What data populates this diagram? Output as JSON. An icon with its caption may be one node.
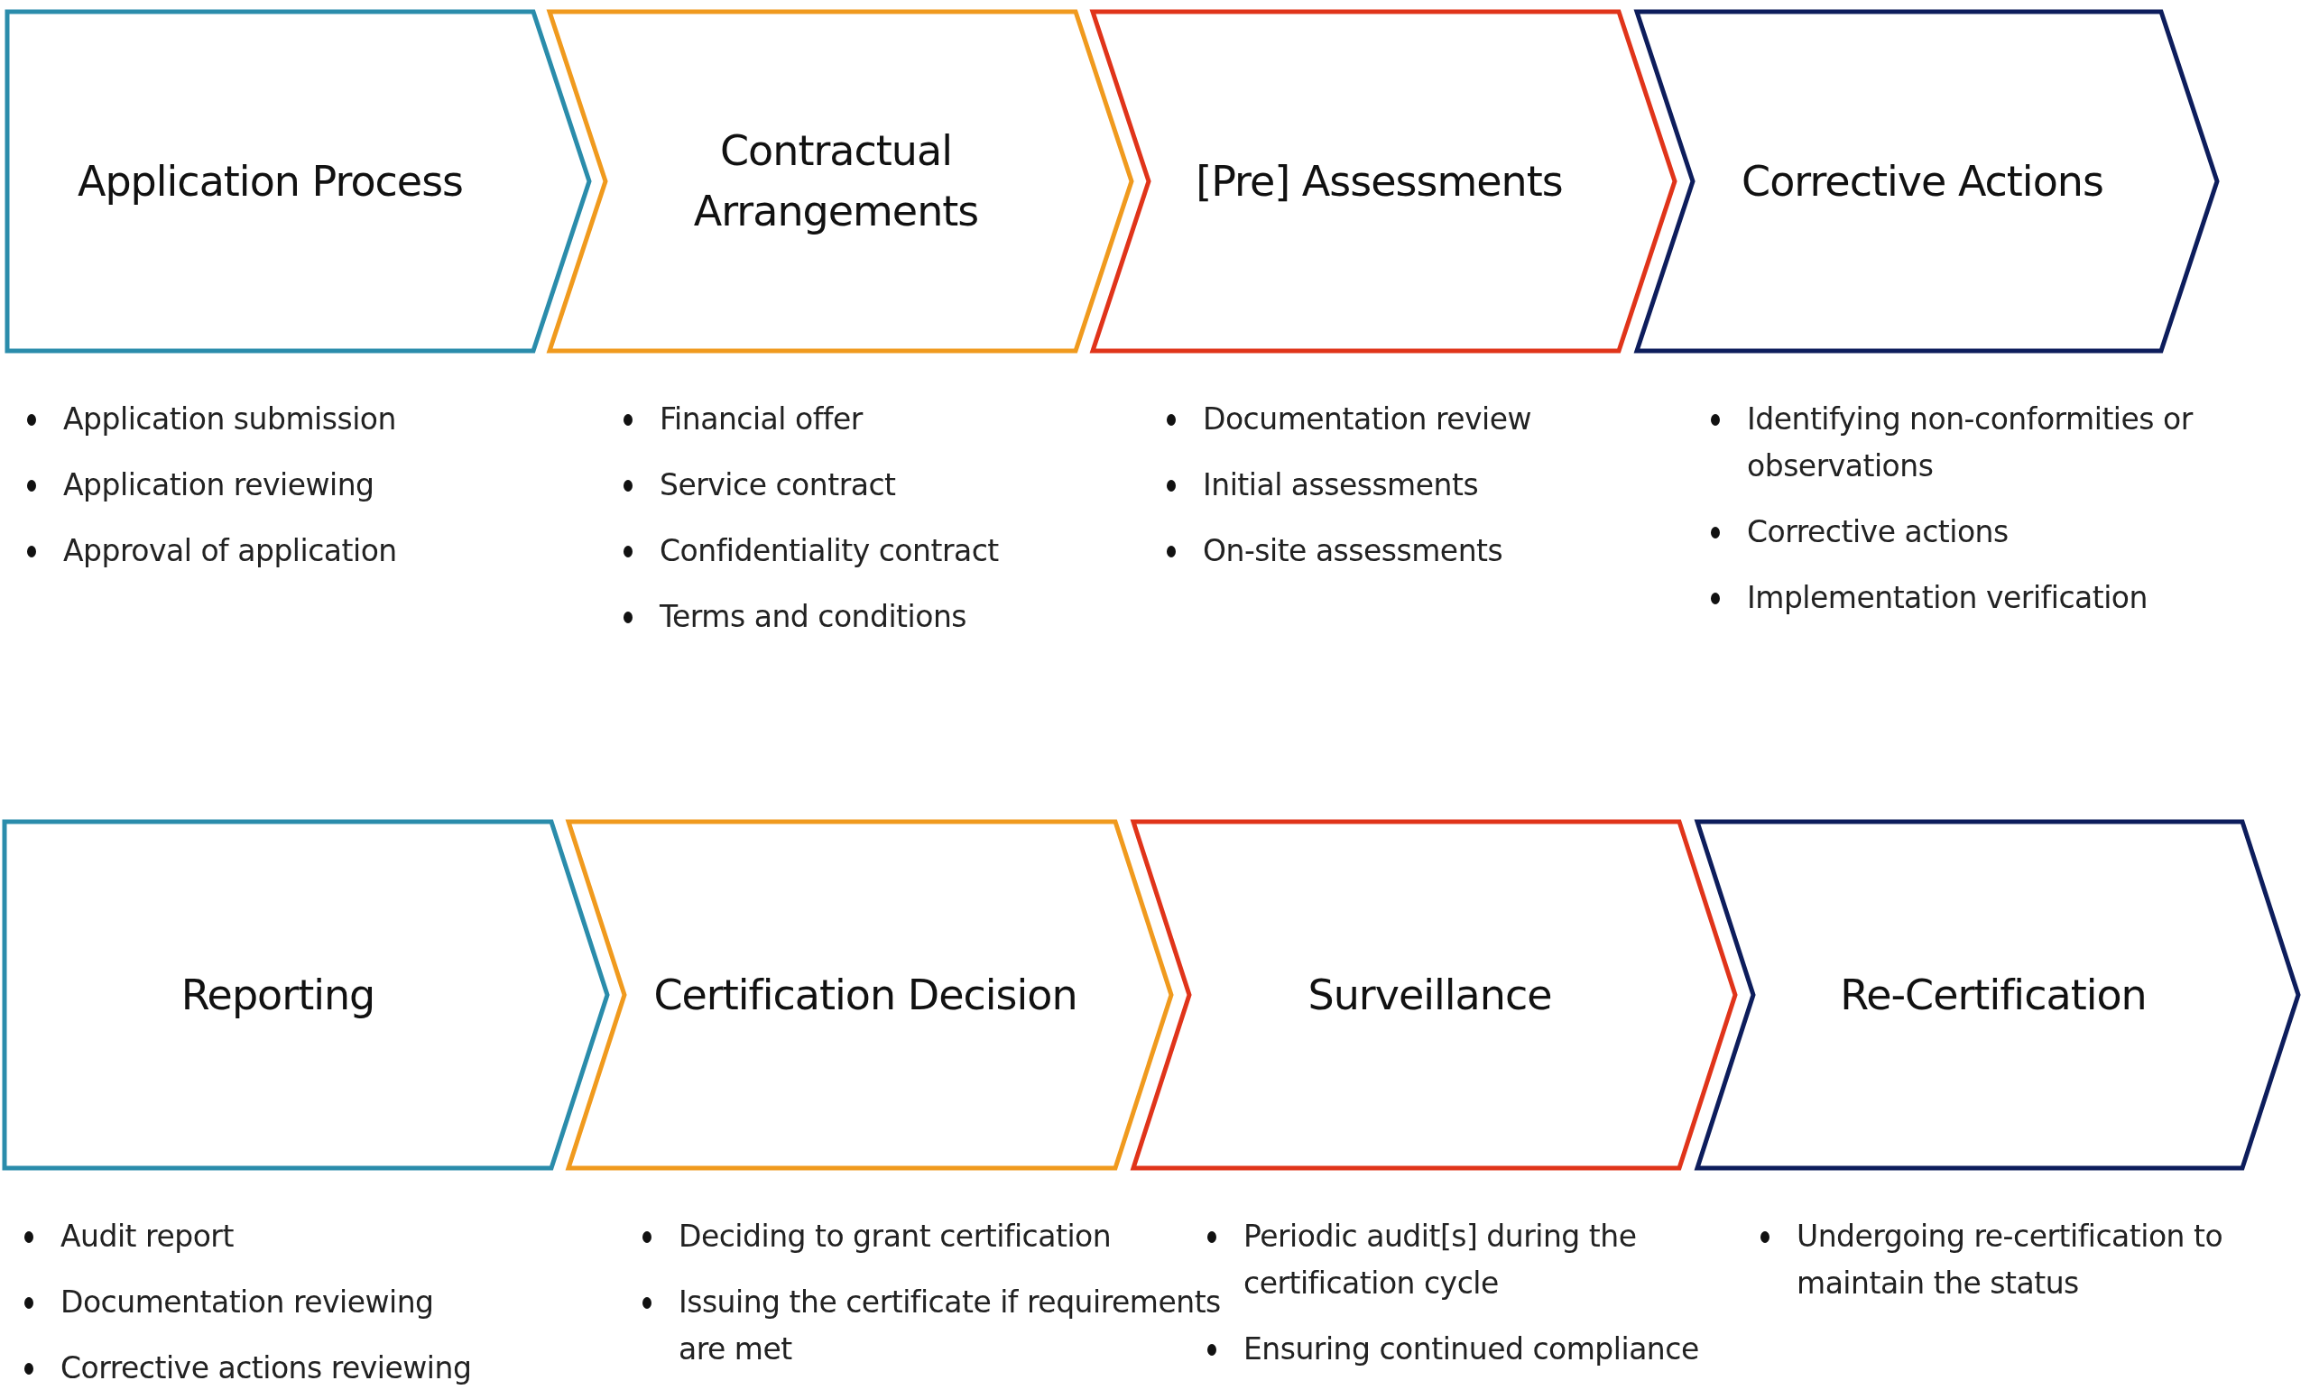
{
  "diagram": {
    "nodes": [
      {
        "text": [
          "Application Process"
        ],
        "beside": [
          "Application submission",
          "Application reviewing",
          "Approval of application"
        ]
      },
      {
        "text": [
          "Contractual Arrangements"
        ],
        "beside": [
          "Financial offer",
          "Service contract",
          "Confidentiality contract",
          "Terms and conditions"
        ]
      },
      {
        "text": [
          "[Pre] Assessments"
        ],
        "beside": [
          "Documentation review",
          "Initial assessments",
          "On-site assessments"
        ]
      },
      {
        "text": [
          "Corrective Actions"
        ],
        "beside": [
          "Identifying non-conformities or observations",
          "Corrective actions",
          "Implementation verification"
        ]
      },
      {
        "text": [
          "Reporting"
        ],
        "beside": [
          "Audit report",
          "Documentation reviewing",
          "Corrective actions reviewing"
        ]
      },
      {
        "text": [
          "Certification Decision"
        ],
        "beside": [
          "Deciding to grant certification",
          "Issuing the certificate if requirements are met"
        ]
      },
      {
        "text": [
          "Surveillance"
        ],
        "beside": [
          "Periodic audit[s] during the certification cycle",
          "Ensuring continued compliance"
        ]
      },
      {
        "text": [
          "Re-Certification"
        ],
        "beside": [
          "Undergoing re-certification to maintain the status"
        ]
      }
    ]
  }
}
